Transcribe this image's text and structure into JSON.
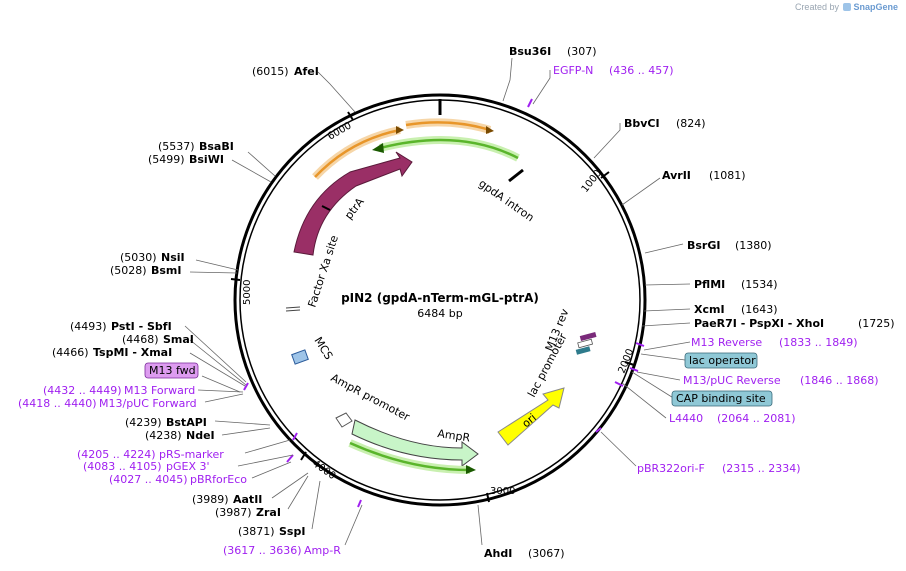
{
  "credit": {
    "prefix": "Created by",
    "brand": "SnapGene"
  },
  "plasmid": {
    "name": "pIN2 (gpdA-nTerm-mGL-ptrA)",
    "size": "6484 bp"
  },
  "ticks": [
    "1000",
    "2000",
    "3000",
    "4000",
    "5000",
    "6000"
  ],
  "features": {
    "gpda_intron": "gpdA intron",
    "ptra": "ptrA",
    "factor_xa": "Factor Xa site",
    "mcs": "MCS",
    "ampr_promoter": "AmpR promoter",
    "ampr": "AmpR",
    "ori": "ori",
    "lac_promoter": "lac promoter",
    "m13_rev": "M13 rev"
  },
  "sites_right": [
    {
      "name": "Bsu36I",
      "pos": "(307)"
    },
    {
      "name": "BbvCI",
      "pos": "(824)"
    },
    {
      "name": "AvrII",
      "pos": "(1081)"
    },
    {
      "name": "BsrGI",
      "pos": "(1380)"
    },
    {
      "name": "PflMI",
      "pos": "(1534)"
    },
    {
      "name": "XcmI",
      "pos": "(1643)"
    },
    {
      "name": "PaeR7I - PspXI - XhoI",
      "pos": "(1725)"
    },
    {
      "name": "AhdI",
      "pos": "(3067)"
    }
  ],
  "sites_left": [
    {
      "name": "AfeI",
      "pos": "(6015)"
    },
    {
      "name": "BsaBI",
      "pos": "(5537)"
    },
    {
      "name": "BsiWI",
      "pos": "(5499)"
    },
    {
      "name": "NsiI",
      "pos": "(5030)"
    },
    {
      "name": "BsmI",
      "pos": "(5028)"
    },
    {
      "name": "PstI - SbfI",
      "pos": "(4493)"
    },
    {
      "name": "SmaI",
      "pos": "(4468)"
    },
    {
      "name": "TspMI - XmaI",
      "pos": "(4466)"
    },
    {
      "name": "BstAPI",
      "pos": "(4239)"
    },
    {
      "name": "NdeI",
      "pos": "(4238)"
    },
    {
      "name": "AatII",
      "pos": "(3989)"
    },
    {
      "name": "ZraI",
      "pos": "(3987)"
    },
    {
      "name": "SspI",
      "pos": "(3871)"
    }
  ],
  "primers": [
    {
      "name": "EGFP-N",
      "range": "(436 .. 457)"
    },
    {
      "name": "M13 Reverse",
      "range": "(1833 .. 1849)"
    },
    {
      "name": "M13/pUC Reverse",
      "range": "(1846 .. 1868)"
    },
    {
      "name": "L4440",
      "range": "(2064 .. 2081)"
    },
    {
      "name": "pBR322ori-F",
      "range": "(2315 .. 2334)"
    },
    {
      "name": "Amp-R",
      "range": "(3617 .. 3636)"
    },
    {
      "name": "pRS-marker",
      "range": "(4205 .. 4224)"
    },
    {
      "name": "pGEX 3'",
      "range": "(4083 .. 4105)"
    },
    {
      "name": "pBRforEco",
      "range": "(4027 .. 4045)"
    },
    {
      "name": "M13 Forward",
      "range": "(4432 .. 4449)"
    },
    {
      "name": "M13/pUC Forward",
      "range": "(4418 .. 4440)"
    }
  ],
  "boxed_labels": {
    "lac_operator": "lac operator",
    "cap_site": "CAP binding site",
    "m13_fwd": "M13 fwd"
  },
  "colors": {
    "ptra": "#9a2f66",
    "ori": "#ffff00",
    "ampr": "#c8f5c8",
    "gpda": "#5ab52b",
    "orange": "#e8962a",
    "primer": "#a020f0",
    "box_blue": "#8fc8d6",
    "box_violet": "#dd9cf0"
  }
}
